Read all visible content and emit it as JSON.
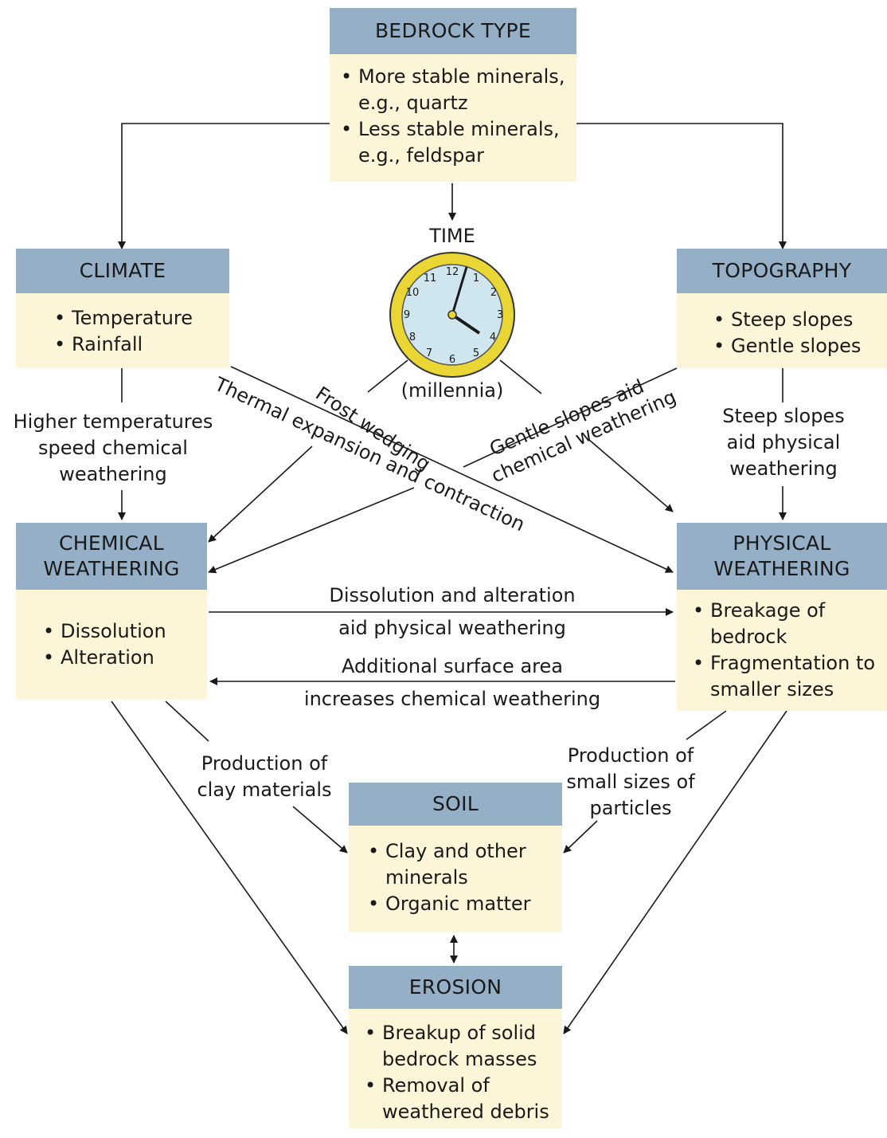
{
  "boxes": {
    "bedrock": {
      "title": "BEDROCK TYPE",
      "items": [
        "More stable minerals,\ne.g., quartz",
        "Less stable minerals,\ne.g., feldspar"
      ]
    },
    "climate": {
      "title": "CLIMATE",
      "items": [
        "Temperature",
        "Rainfall"
      ]
    },
    "topography": {
      "title": "TOPOGRAPHY",
      "items": [
        "Steep slopes",
        "Gentle slopes"
      ]
    },
    "chemical": {
      "title": "CHEMICAL\nWEATHERING",
      "items": [
        "Dissolution",
        "Alteration"
      ]
    },
    "physical": {
      "title": "PHYSICAL\nWEATHERING",
      "items": [
        "Breakage of\nbedrock",
        "Fragmentation to\nsmaller sizes"
      ]
    },
    "soil": {
      "title": "SOIL",
      "items": [
        "Clay and other\nminerals",
        "Organic matter"
      ]
    },
    "erosion": {
      "title": "EROSION",
      "items": [
        "Breakup of solid\nbedrock masses",
        "Removal of\nweathered debris"
      ]
    }
  },
  "time": {
    "title": "TIME",
    "subtitle": "(millennia)"
  },
  "labels": {
    "climate_to_chemical": "Higher temperatures\nspeed chemical\nweathering",
    "topography_to_physical": "Steep slopes\naid physical\nweathering",
    "thermal": "Thermal expansion and contraction",
    "frost": "Frost wedging",
    "gentle_line1": "Gentle slopes aid",
    "gentle_line2": "chemical weathering",
    "chem_to_phys_line1": "Dissolution and alteration",
    "chem_to_phys_line2": "aid physical weathering",
    "phys_to_chem_line1": "Additional surface area",
    "phys_to_chem_line2": "increases chemical weathering",
    "clay": "Production of\nclay materials",
    "small": "Production of\nsmall sizes of\nparticles"
  },
  "colors": {
    "header": "#94afc6",
    "body": "#fdf5d8",
    "clock_rim": "#e9d634",
    "clock_face": "#cfe6ef"
  }
}
